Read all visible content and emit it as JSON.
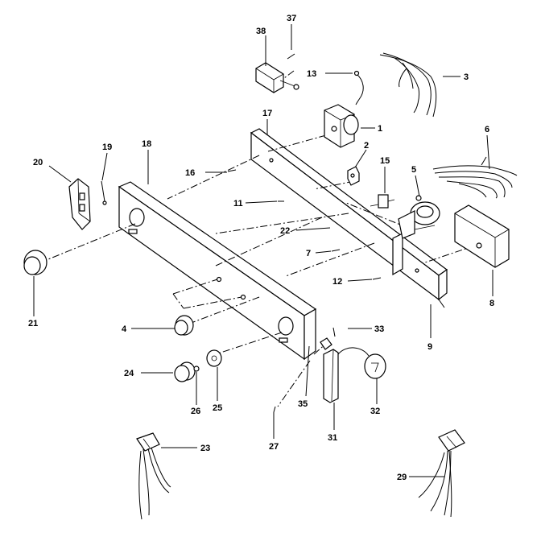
{
  "labels": {
    "p1": "1",
    "p2": "2",
    "p3": "3",
    "p4": "4",
    "p5": "5",
    "p6": "6",
    "p7": "7",
    "p8": "8",
    "p9": "9",
    "p11": "11",
    "p12": "12",
    "p13": "13",
    "p15": "15",
    "p16": "16",
    "p17": "17",
    "p18": "18",
    "p19": "19",
    "p20": "20",
    "p21": "21",
    "p22": "22",
    "p23": "23",
    "p24": "24",
    "p25": "25",
    "p26": "26",
    "p27": "27",
    "p29": "29",
    "p31": "31",
    "p32": "32",
    "p33": "33",
    "p35": "35",
    "p37": "37",
    "p38": "38"
  }
}
